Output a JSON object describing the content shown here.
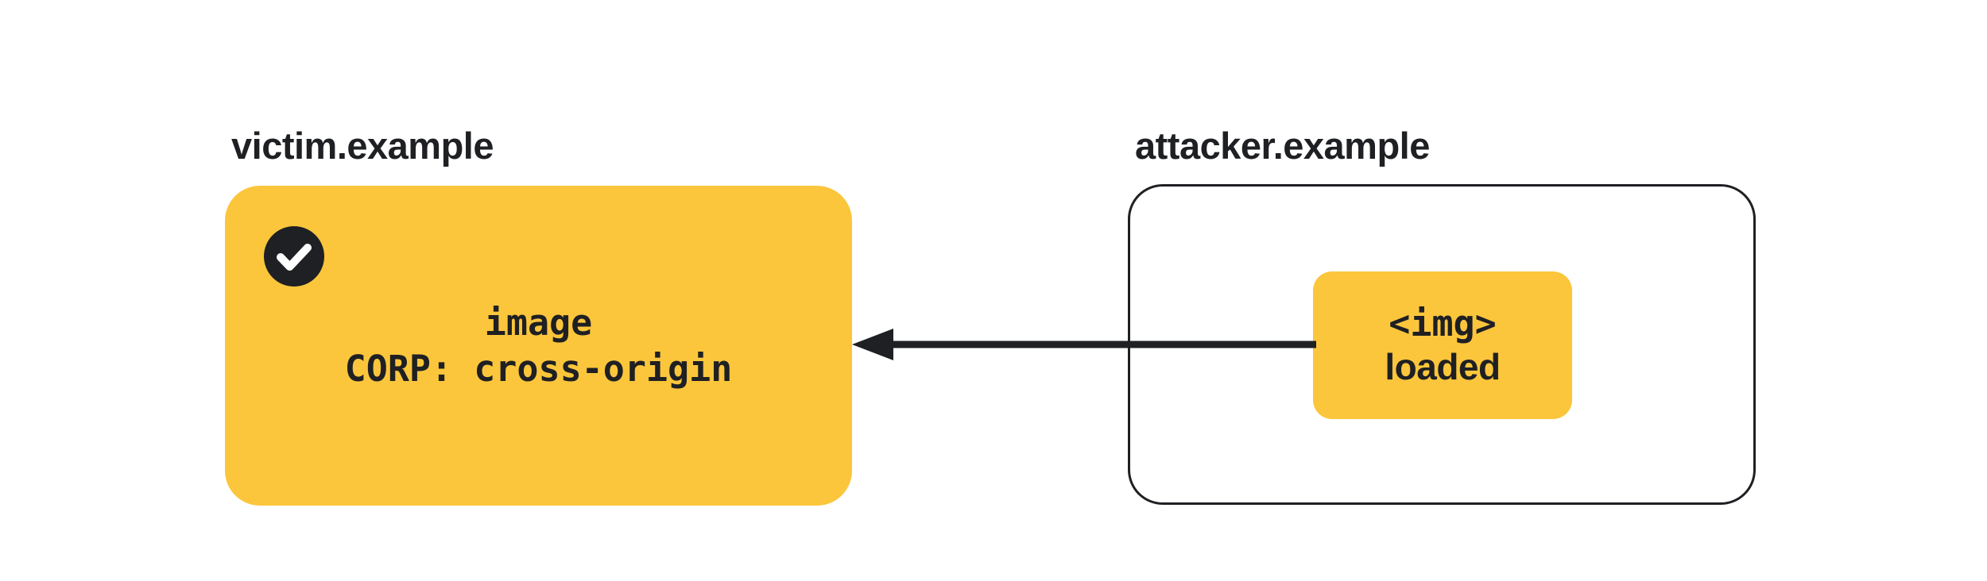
{
  "colors": {
    "background": "#ffffff",
    "accent": "#fbc63c",
    "ink": "#1f2023",
    "check": "#ffffff"
  },
  "victim": {
    "domain": "victim.example",
    "status_icon": "checkmark-icon",
    "box": {
      "line1": "image",
      "line2": "CORP: cross-origin"
    }
  },
  "attacker": {
    "domain": "attacker.example",
    "img_box": {
      "line1": "<img>",
      "line2": "loaded"
    }
  },
  "arrow": {
    "direction": "right-to-left"
  }
}
